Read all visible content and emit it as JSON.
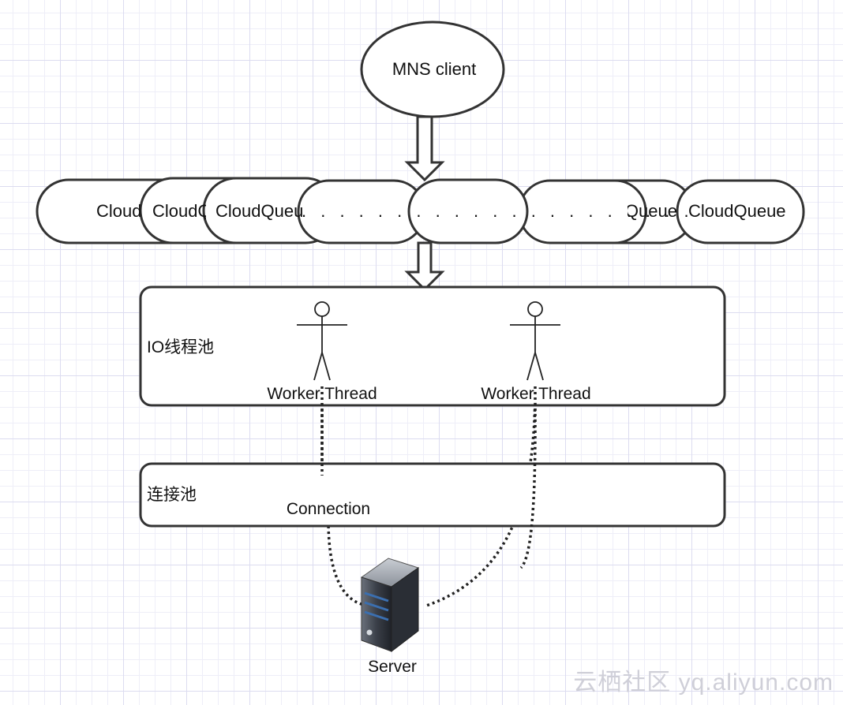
{
  "nodes": {
    "client": "MNS client",
    "queues": [
      "CloudQueue",
      "CloudQueue",
      "CloudQueue",
      "CloudQueue"
    ],
    "ellipsis": ". . . . . . . . . . . . . . . . . . . . .",
    "io_pool": "IO线程池",
    "worker_1": "Worker Thread",
    "worker_2": "Worker Thread",
    "conn_pool": "连接池",
    "connection": "Connection",
    "server": "Server"
  },
  "watermark": "云栖社区 yq.aliyun.com",
  "colors": {
    "stroke": "#333333",
    "fill": "#ffffff",
    "grid": "#dcdcf0",
    "server_body": "#3a3f48",
    "server_stripe": "#3b6fb0"
  },
  "icons": [
    "arrow-down-icon",
    "actor-icon",
    "server-icon"
  ]
}
